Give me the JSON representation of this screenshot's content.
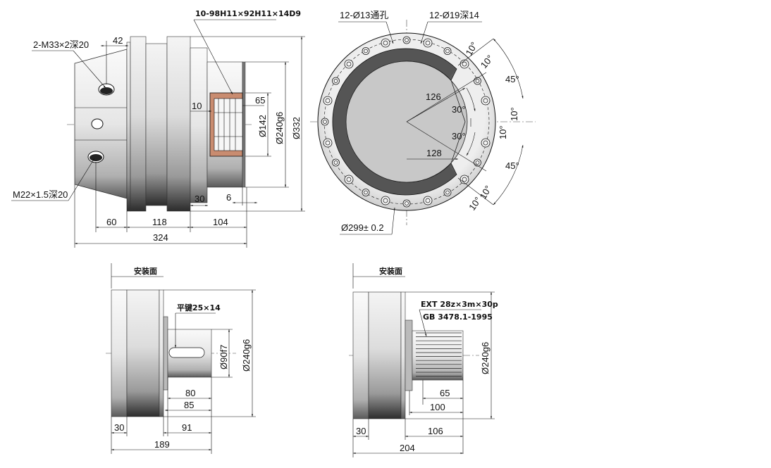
{
  "side_view": {
    "spline_callout": "10-98H11×92H11×14D9",
    "thread_callout_top": "2-M33×2深20",
    "thread_callout_bottom": "M22×1.5深20",
    "dims": {
      "d42": "42",
      "d65": "65",
      "d10": "10",
      "dia142": "Ø142",
      "dia240": "Ø240g6",
      "dia332": "Ø332",
      "d30": "30",
      "d6": "6",
      "d60": "60",
      "d118": "118",
      "d104": "104",
      "d324": "324"
    }
  },
  "front_view": {
    "holes_through": "12-Ø13通孔",
    "holes_counterbore": "12-Ø19深14",
    "pcd": "Ø299± 0.2",
    "dims": {
      "r126": "126",
      "d128": "128",
      "a30_top": "30°",
      "a30_bot": "30°",
      "a45_top": "45°",
      "a45_bot": "45°",
      "a10_1": "10°",
      "a10_2": "10°",
      "a10_3": "10°",
      "a10_4": "10°",
      "a10_5": "10°",
      "a10_6": "10°"
    }
  },
  "key_view": {
    "mount_face": "安装面",
    "key_callout": "平键25×14",
    "dims": {
      "dia90": "Ø90f7",
      "dia240": "Ø240g6",
      "d80": "80",
      "d85": "85",
      "d30": "30",
      "d91": "91",
      "d189": "189"
    }
  },
  "spline_view": {
    "mount_face": "安装面",
    "spline_callout": "EXT 28z×3m×30p",
    "standard": "GB 3478.1-1995",
    "dims": {
      "dia240": "Ø240g6",
      "d65": "65",
      "d100": "100",
      "d30": "30",
      "d106": "106",
      "d204": "204"
    }
  }
}
